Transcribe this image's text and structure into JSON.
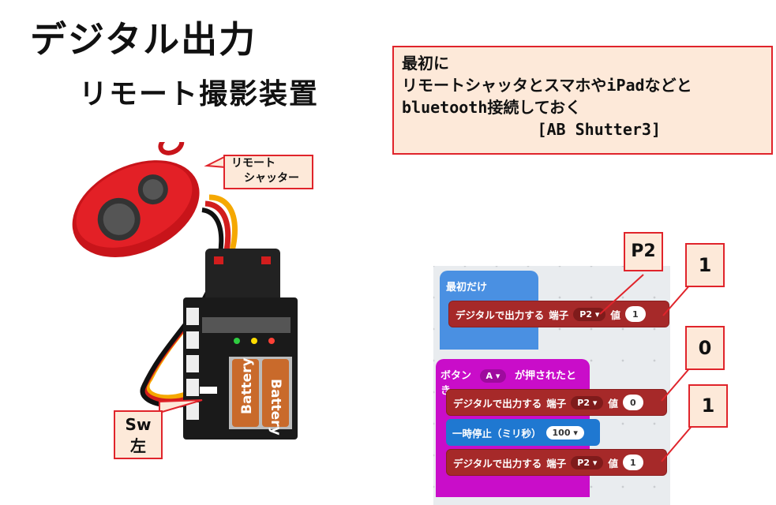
{
  "header": {
    "title": "デジタル出力",
    "subtitle": "リモート撮影装置"
  },
  "note": {
    "line1": "最初に",
    "line2": "リモートシャッタとスマホやiPadなどと",
    "line3": "bluetooth接続しておく",
    "line4": "[AB Shutter3]"
  },
  "labels": {
    "remote_line1": "リモート",
    "remote_line2": "シャッター",
    "switch_line1": "Sw",
    "switch_line2": "左",
    "battery1": "Battery",
    "battery2": "Battery"
  },
  "callouts": {
    "p2": "P2",
    "val1": "1",
    "val0": "0",
    "val1b": "1"
  },
  "blocks": {
    "on_start": "最初だけ",
    "digital_write": "デジタルで出力する",
    "pin_label": "端子",
    "value_label": "値",
    "pin": "P2",
    "start_value": "1",
    "button_prefix": "ボタン",
    "button": "A",
    "button_suffix": "が押されたとき",
    "press_value": "0",
    "pause": "一時停止（ミリ秒）",
    "pause_value": "100",
    "release_value": "1"
  },
  "colors": {
    "accent_red": "#e0242b",
    "block_red": "#a62929",
    "on_start_blue": "#4a90e2",
    "button_magenta": "#c90dc9",
    "pause_blue": "#1f78d1"
  }
}
